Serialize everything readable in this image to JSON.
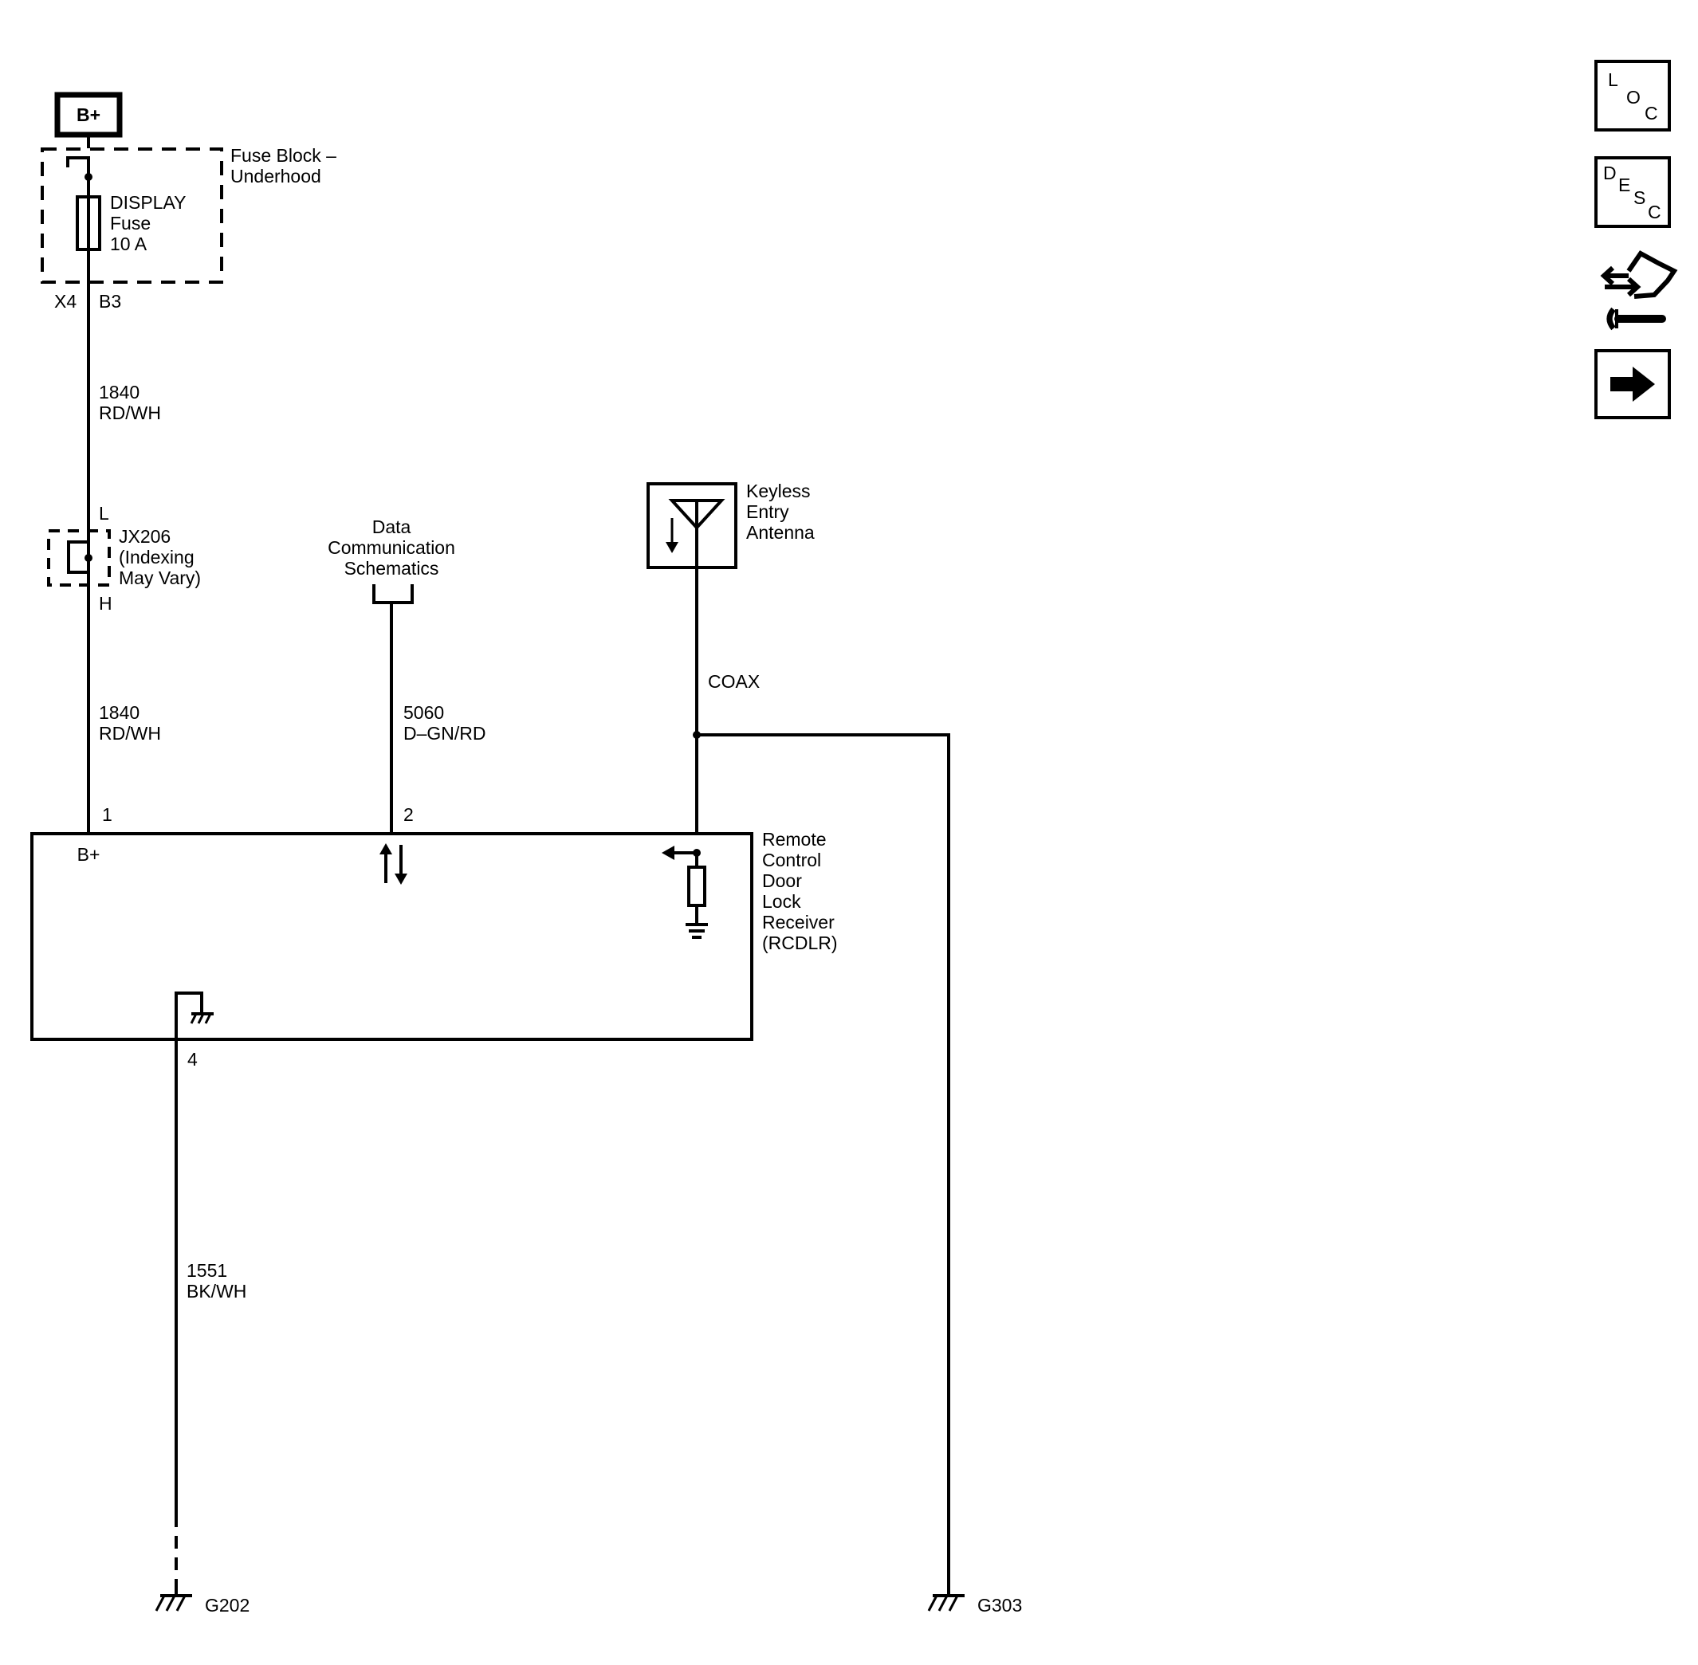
{
  "power": {
    "label": "B+"
  },
  "fuse_block": {
    "name_line1": "Fuse Block –",
    "name_line2": "Underhood",
    "fuse_line1": "DISPLAY",
    "fuse_line2": "Fuse",
    "fuse_line3": "10 A",
    "connector": "X4",
    "terminal": "B3"
  },
  "wires": {
    "w1840_top_circuit": "1840",
    "w1840_top_color": "RD/WH",
    "w1840_bot_circuit": "1840",
    "w1840_bot_color": "RD/WH",
    "w5060_circuit": "5060",
    "w5060_color": "D–GN/RD",
    "coax": "COAX",
    "w1551_circuit": "1551",
    "w1551_color": "BK/WH"
  },
  "inline_connector": {
    "pin_top": "L",
    "line1": "JX206",
    "line2": "(Indexing",
    "line3": "May Vary)",
    "pin_bottom": "H"
  },
  "data_comm": {
    "line1": "Data",
    "line2": "Communication",
    "line3": "Schematics"
  },
  "antenna": {
    "line1": "Keyless",
    "line2": "Entry",
    "line3": "Antenna"
  },
  "module": {
    "line1": "Remote",
    "line2": "Control",
    "line3": "Door",
    "line4": "Lock",
    "line5": "Receiver",
    "line6": "(RCDLR)",
    "pin1": "1",
    "pin2": "2",
    "pin4": "4",
    "bplus": "B+"
  },
  "grounds": {
    "g1": "G202",
    "g2": "G303"
  },
  "nav": {
    "loc": [
      "L",
      "O",
      "C"
    ],
    "desc": [
      "D",
      "E",
      "S",
      "C"
    ]
  }
}
